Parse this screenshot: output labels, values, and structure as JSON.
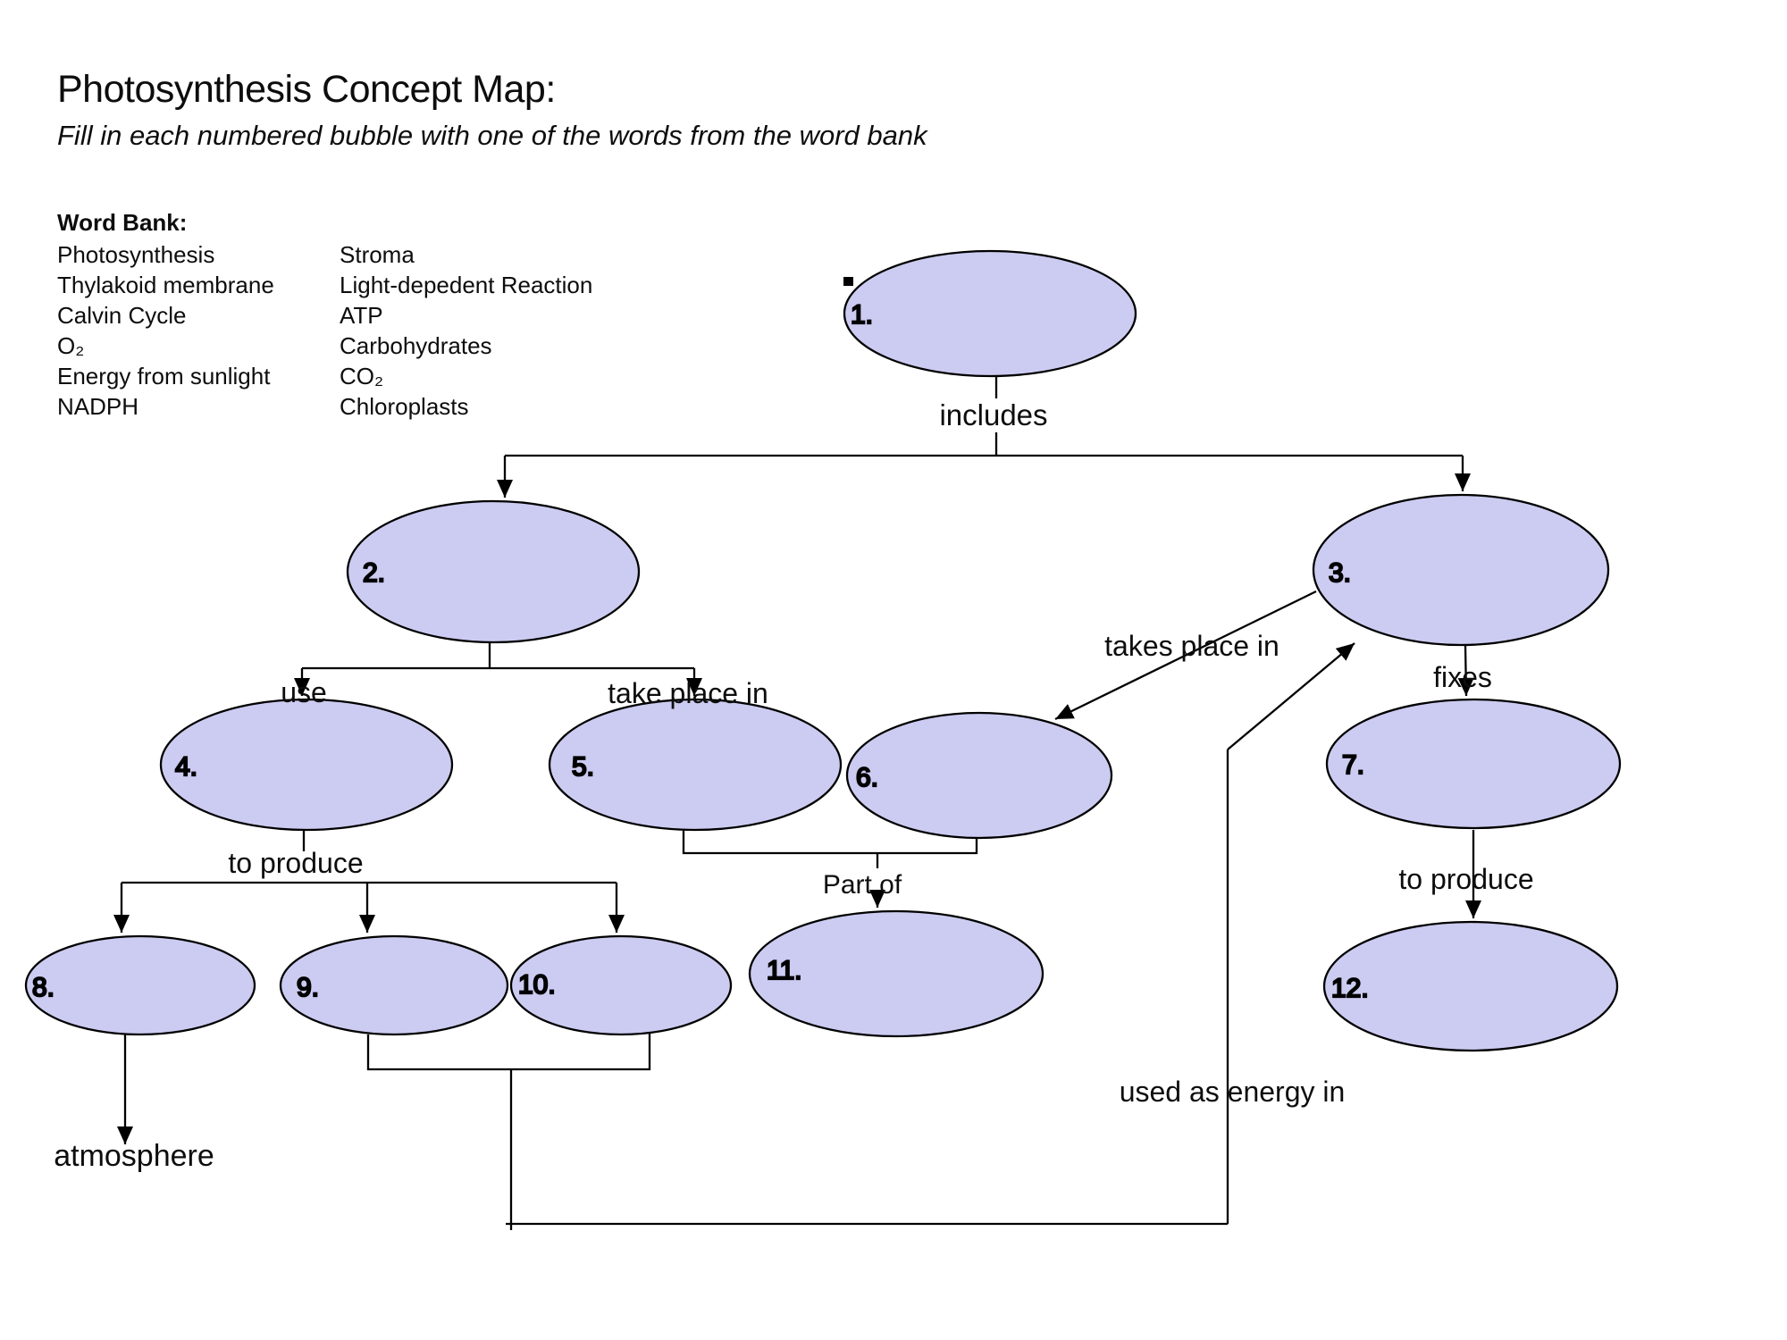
{
  "header": {
    "title": "Photosynthesis Concept Map:",
    "subtitle": "Fill in each numbered bubble with one of the words from the word bank"
  },
  "word_bank": {
    "heading": "Word Bank:",
    "column1": [
      "Photosynthesis",
      "Thylakoid membrane",
      "Calvin Cycle",
      "O₂",
      "Energy from sunlight",
      "NADPH"
    ],
    "column2": [
      "Stroma",
      "Light-depedent Reaction",
      "ATP",
      "Carbohydrates",
      "CO₂",
      "Chloroplasts"
    ]
  },
  "diagram": {
    "bubble_fill": "#ccccf2",
    "bubble_stroke": "#000000",
    "nodes": [
      {
        "label": "1."
      },
      {
        "label": "2."
      },
      {
        "label": "3."
      },
      {
        "label": "4."
      },
      {
        "label": "5."
      },
      {
        "label": "6."
      },
      {
        "label": "7."
      },
      {
        "label": "8."
      },
      {
        "label": "9."
      },
      {
        "label": "10."
      },
      {
        "label": "11."
      },
      {
        "label": "12."
      }
    ],
    "edge_labels": {
      "includes": "includes",
      "use": "use",
      "take_place_in": "take place in",
      "takes_place_in": "takes place in",
      "fixes": "fixes",
      "to_produce_left": "to produce",
      "to_produce_right": "to produce",
      "part_of": "Part of",
      "used_as_energy_in": "used as energy in",
      "atmosphere": "atmosphere"
    }
  }
}
